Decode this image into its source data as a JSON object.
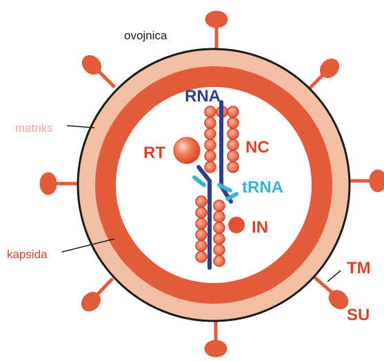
{
  "labels": {
    "envelope": "ovojnica",
    "matrix": "matriks",
    "capsid": "kapsida",
    "rna": "RNA",
    "rt": "RT",
    "nc": "NC",
    "trna": "tRNA",
    "in": "IN",
    "tm": "TM",
    "su": "SU"
  },
  "colors": {
    "capsid": "#e45b3c",
    "matrix": "#f3bfa4",
    "envelope_line": "#1a1a1a",
    "rna": "#2f3d8f",
    "trna": "#3bb3d8",
    "nc_beads": "#e8643f",
    "label_dark": "#1a1a1a",
    "label_red": "#d8432a",
    "label_matrix": "#f0a59a"
  }
}
